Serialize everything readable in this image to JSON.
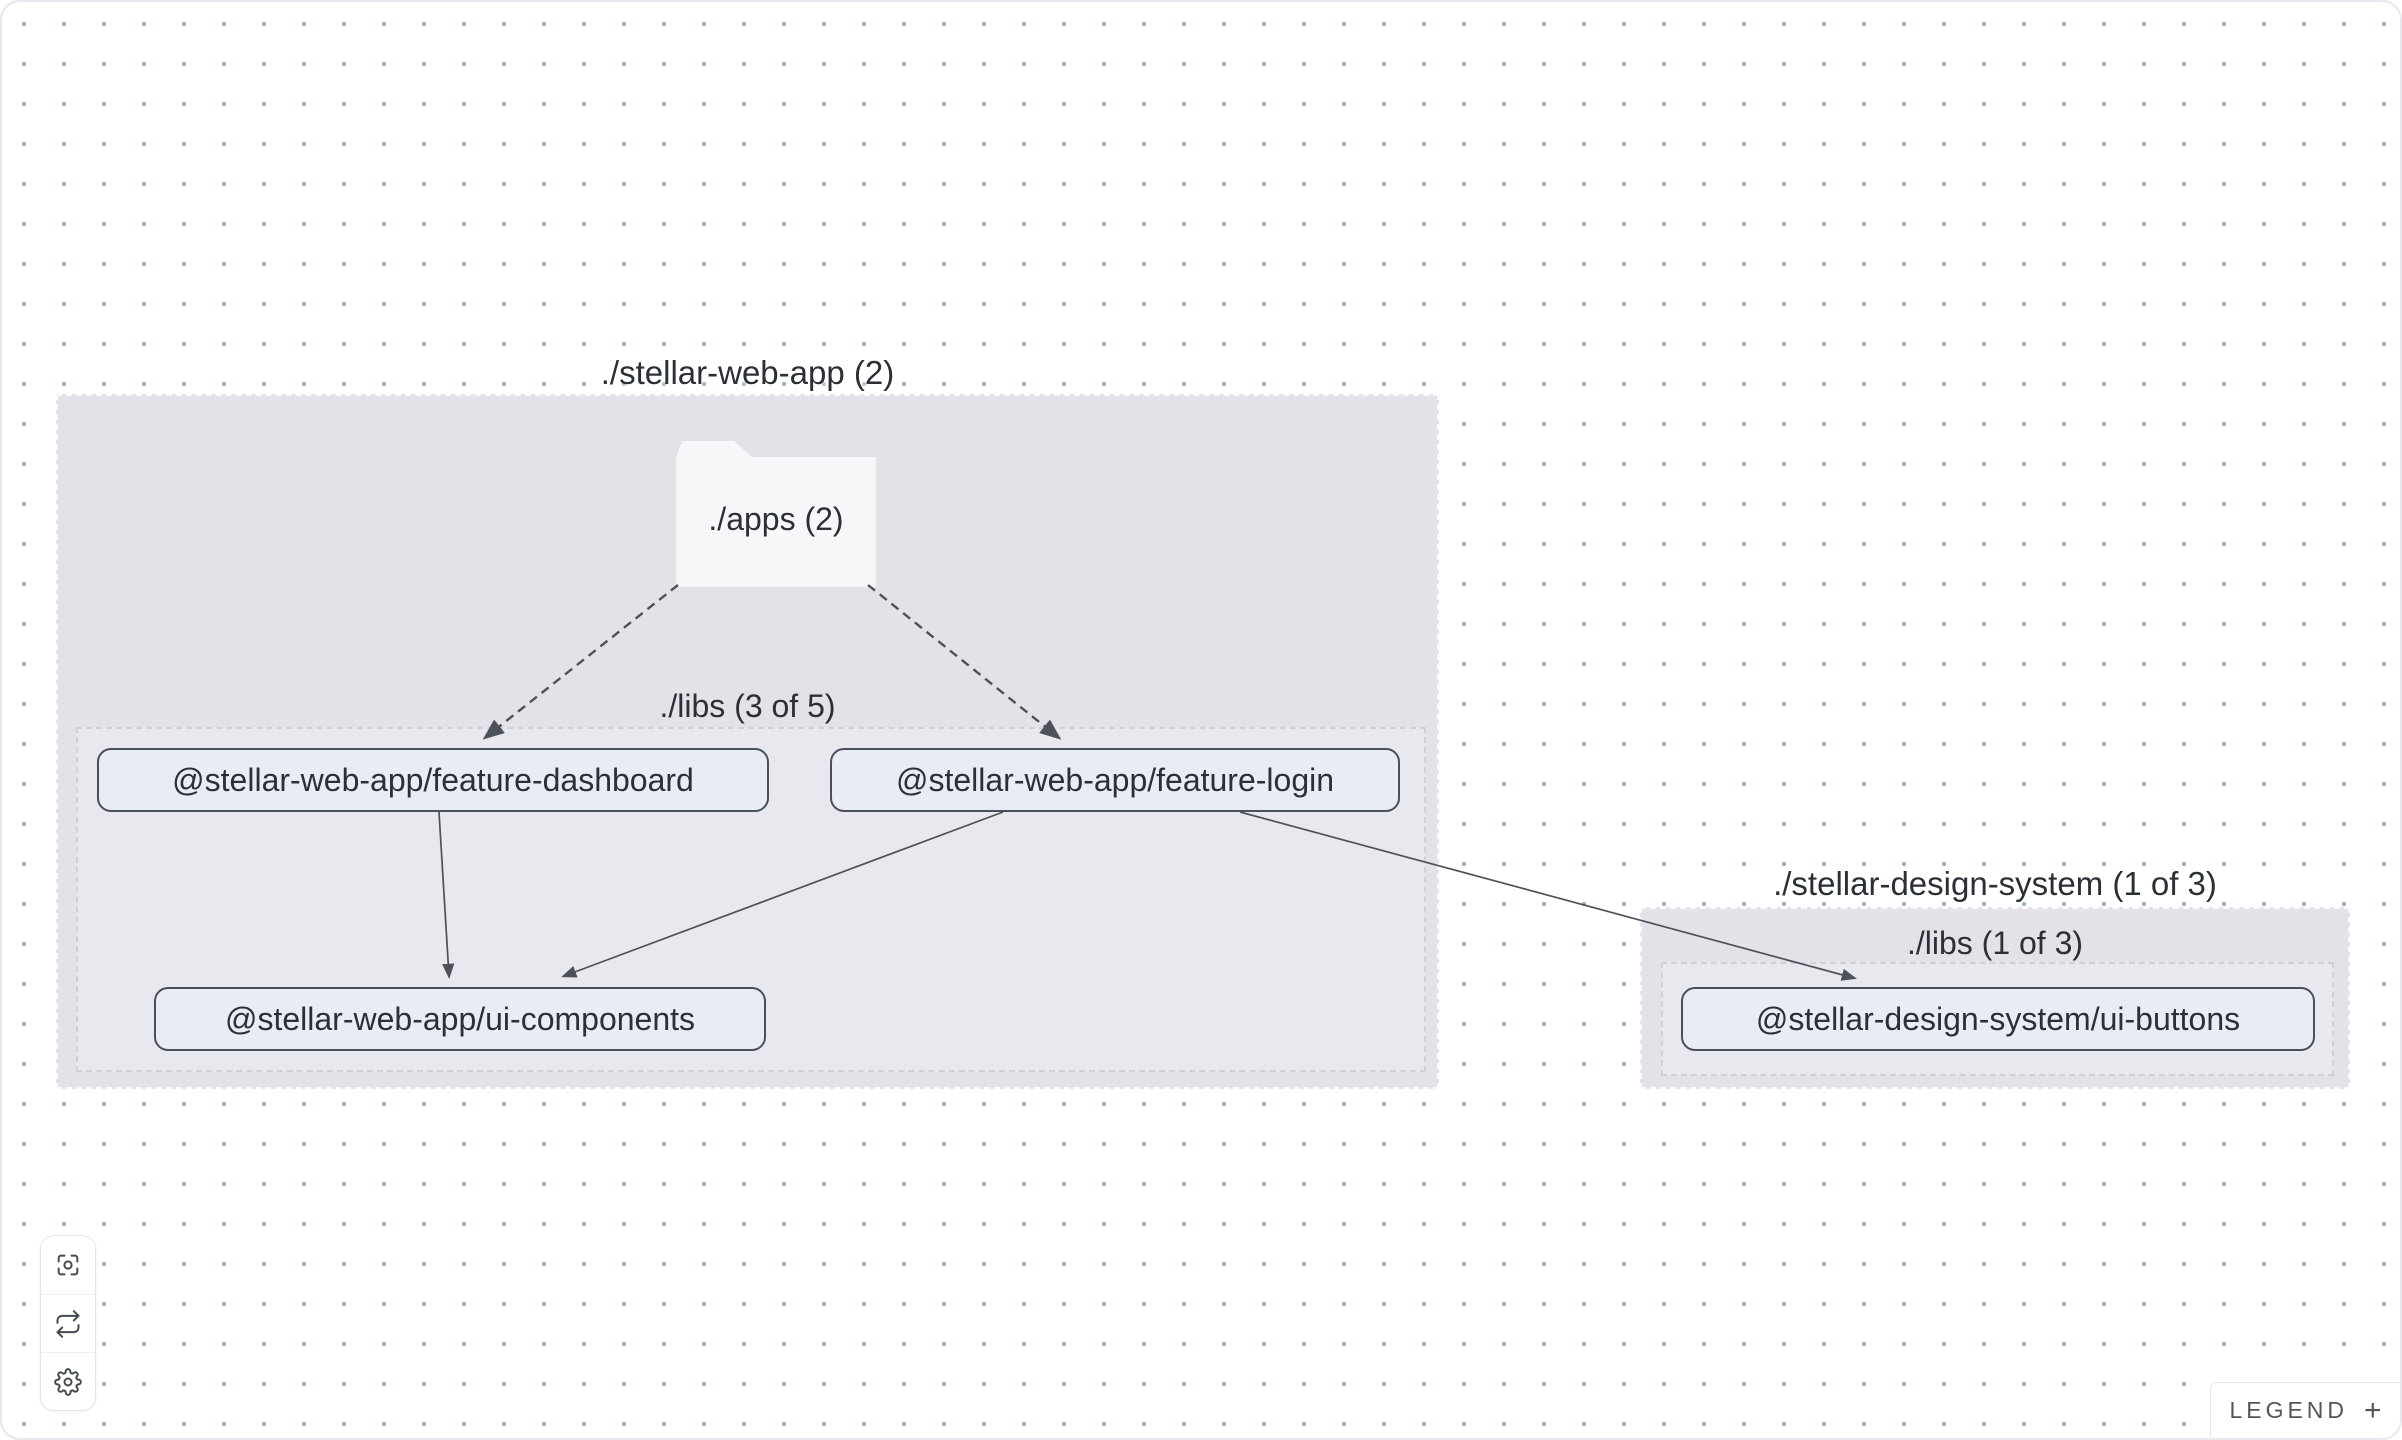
{
  "graph": {
    "groups": [
      {
        "id": "stellar-web-app",
        "label": "./stellar-web-app (2)",
        "folder_label": "./apps (2)",
        "subgroup_label": "./libs (3 of 5)"
      },
      {
        "id": "stellar-design-system",
        "label": "./stellar-design-system (1 of 3)",
        "subgroup_label": "./libs (1 of 3)"
      }
    ],
    "nodes": [
      {
        "id": "feature-dashboard",
        "label": "@stellar-web-app/feature-dashboard"
      },
      {
        "id": "feature-login",
        "label": "@stellar-web-app/feature-login"
      },
      {
        "id": "ui-components",
        "label": "@stellar-web-app/ui-components"
      },
      {
        "id": "ui-buttons",
        "label": "@stellar-design-system/ui-buttons"
      }
    ],
    "edges": [
      {
        "from": "./apps",
        "to": "feature-dashboard",
        "type": "dashed"
      },
      {
        "from": "./apps",
        "to": "feature-login",
        "type": "dashed"
      },
      {
        "from": "feature-dashboard",
        "to": "ui-components",
        "type": "solid"
      },
      {
        "from": "feature-login",
        "to": "ui-components",
        "type": "solid"
      },
      {
        "from": "feature-login",
        "to": "ui-buttons",
        "type": "solid"
      }
    ]
  },
  "toolbar": {
    "buttons": [
      {
        "icon": "focus-icon"
      },
      {
        "icon": "refresh-icon"
      },
      {
        "icon": "gear-icon"
      }
    ]
  },
  "legend": {
    "label": "LEGEND",
    "expand_symbol": "+"
  },
  "colors": {
    "canvas_dot": "#9aa8bc",
    "group_fill": "#e4e2e8",
    "subgroup_fill": "#e9e8ee",
    "folder_fill": "#f7f6f9",
    "node_fill": "#e9ecf5",
    "node_border": "#49505c",
    "edge": "#4d525a",
    "text": "#2b2f36"
  }
}
